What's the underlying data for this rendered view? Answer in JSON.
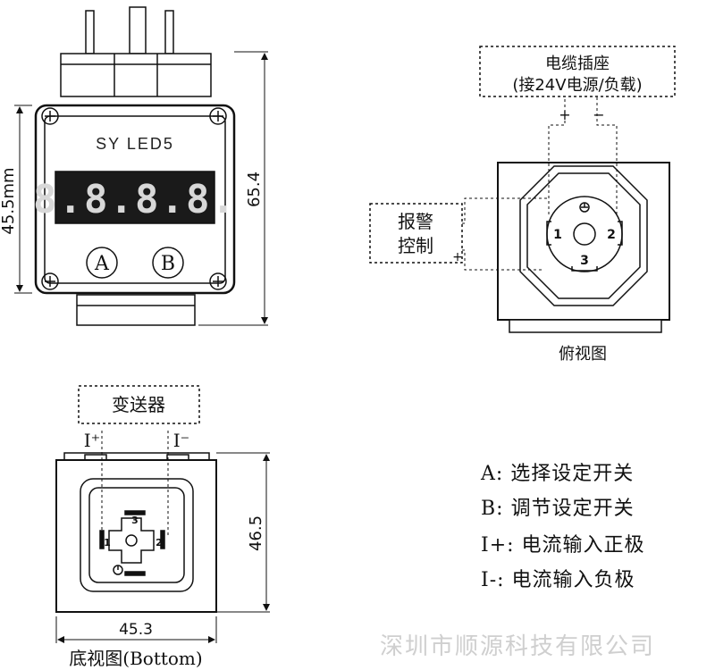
{
  "front_view": {
    "brand_label": "SY LED5",
    "display_digits": "8.8.8.8.",
    "button_a": "A",
    "button_b": "B",
    "dim_left": "45.5mm",
    "dim_right": "65.4"
  },
  "top_view": {
    "cable_box_line1": "电缆插座",
    "cable_box_line2": "(接24V电源/负载)",
    "plus": "+",
    "minus": "−",
    "alarm_line1": "报警",
    "alarm_line2": "控制",
    "alarm_plus": "+",
    "pin1": "1",
    "pin2": "2",
    "pin3": "3",
    "caption": "俯视图"
  },
  "bottom_view": {
    "transmitter_box": "变送器",
    "i_plus": "I⁺",
    "i_minus": "I⁻",
    "pin1": "1",
    "pin2": "2",
    "pin3": "3",
    "dim_right": "46.5",
    "dim_bottom": "45.3",
    "caption": "底视图(Bottom)"
  },
  "legend": [
    "A:  选择设定开关",
    "B:  调节设定开关",
    "I+:  电流输入正极",
    "I-:  电流输入负极"
  ],
  "watermark": "深圳市顺源科技有限公司",
  "colors": {
    "line": "#111111",
    "display_bg": "#1a1a1a",
    "digit": "#d8d8d8"
  }
}
